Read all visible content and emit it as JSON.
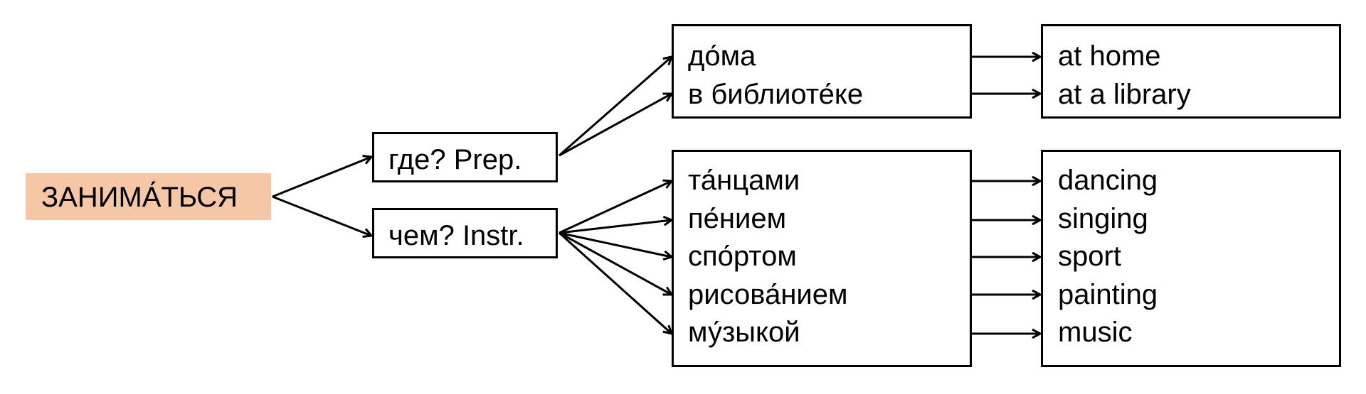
{
  "root": {
    "label": "ЗАНИМА́ТЬСЯ",
    "fill": "#f6c7a6"
  },
  "questions": {
    "where": "где? Prep.",
    "what": "чем? Instr."
  },
  "places": {
    "russian": [
      "до́ма",
      "в библиоте́ке"
    ],
    "english": [
      "at home",
      "at a library"
    ]
  },
  "activities": {
    "russian": [
      "та́нцами",
      "пе́нием",
      "спо́ртом",
      "рисова́нием",
      "му́зыкой"
    ],
    "english": [
      "dancing",
      "singing",
      "sport",
      "painting",
      "music"
    ]
  }
}
